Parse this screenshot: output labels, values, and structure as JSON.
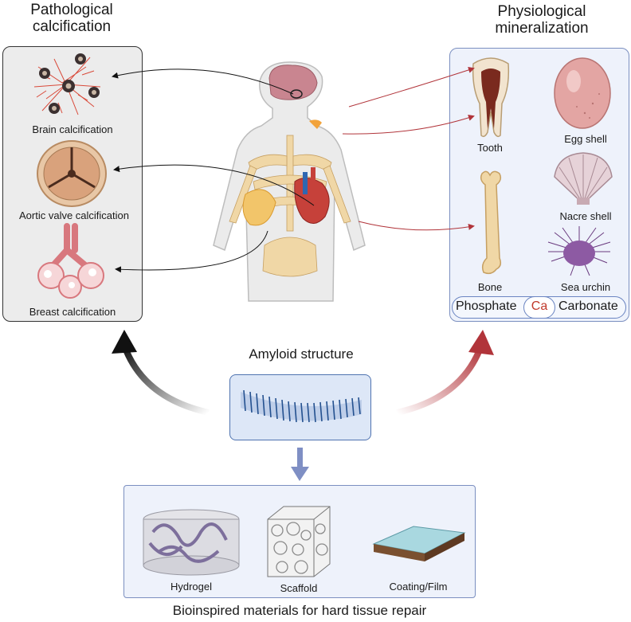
{
  "left_panel": {
    "title": "Pathological\ncalcification",
    "items": [
      {
        "label": "Brain calcification",
        "icon": "brain-calcification-icon"
      },
      {
        "label": "Aortic valve calcification",
        "icon": "aortic-valve-icon"
      },
      {
        "label": "Breast calcification",
        "icon": "breast-calcification-icon"
      }
    ]
  },
  "right_panel": {
    "title": "Physiological\nmineralization",
    "items": [
      {
        "label": "Tooth",
        "icon": "tooth-icon"
      },
      {
        "label": "Egg shell",
        "icon": "egg-shell-icon"
      },
      {
        "label": "Nacre shell",
        "icon": "nacre-shell-icon"
      },
      {
        "label": "Bone",
        "icon": "bone-icon"
      },
      {
        "label": "Sea urchin",
        "icon": "sea-urchin-icon"
      }
    ],
    "minerals": {
      "phosphate": "Phosphate",
      "ca": "Ca",
      "carbonate": "Carbonate"
    }
  },
  "center": {
    "amyloid_label": "Amyloid structure",
    "body_icon": "human-body-icon"
  },
  "bottom_panel": {
    "title": "Bioinspired materials for hard tissue repair",
    "items": [
      {
        "label": "Hydrogel",
        "icon": "hydrogel-icon"
      },
      {
        "label": "Scaffold",
        "icon": "scaffold-icon"
      },
      {
        "label": "Coating/Film",
        "icon": "coating-film-icon"
      }
    ]
  },
  "colors": {
    "pathological_arrow": "#111111",
    "physiological_arrow": "#b1343a",
    "materials_arrow": "#7f8fc4",
    "calcium": "#c0392b"
  }
}
